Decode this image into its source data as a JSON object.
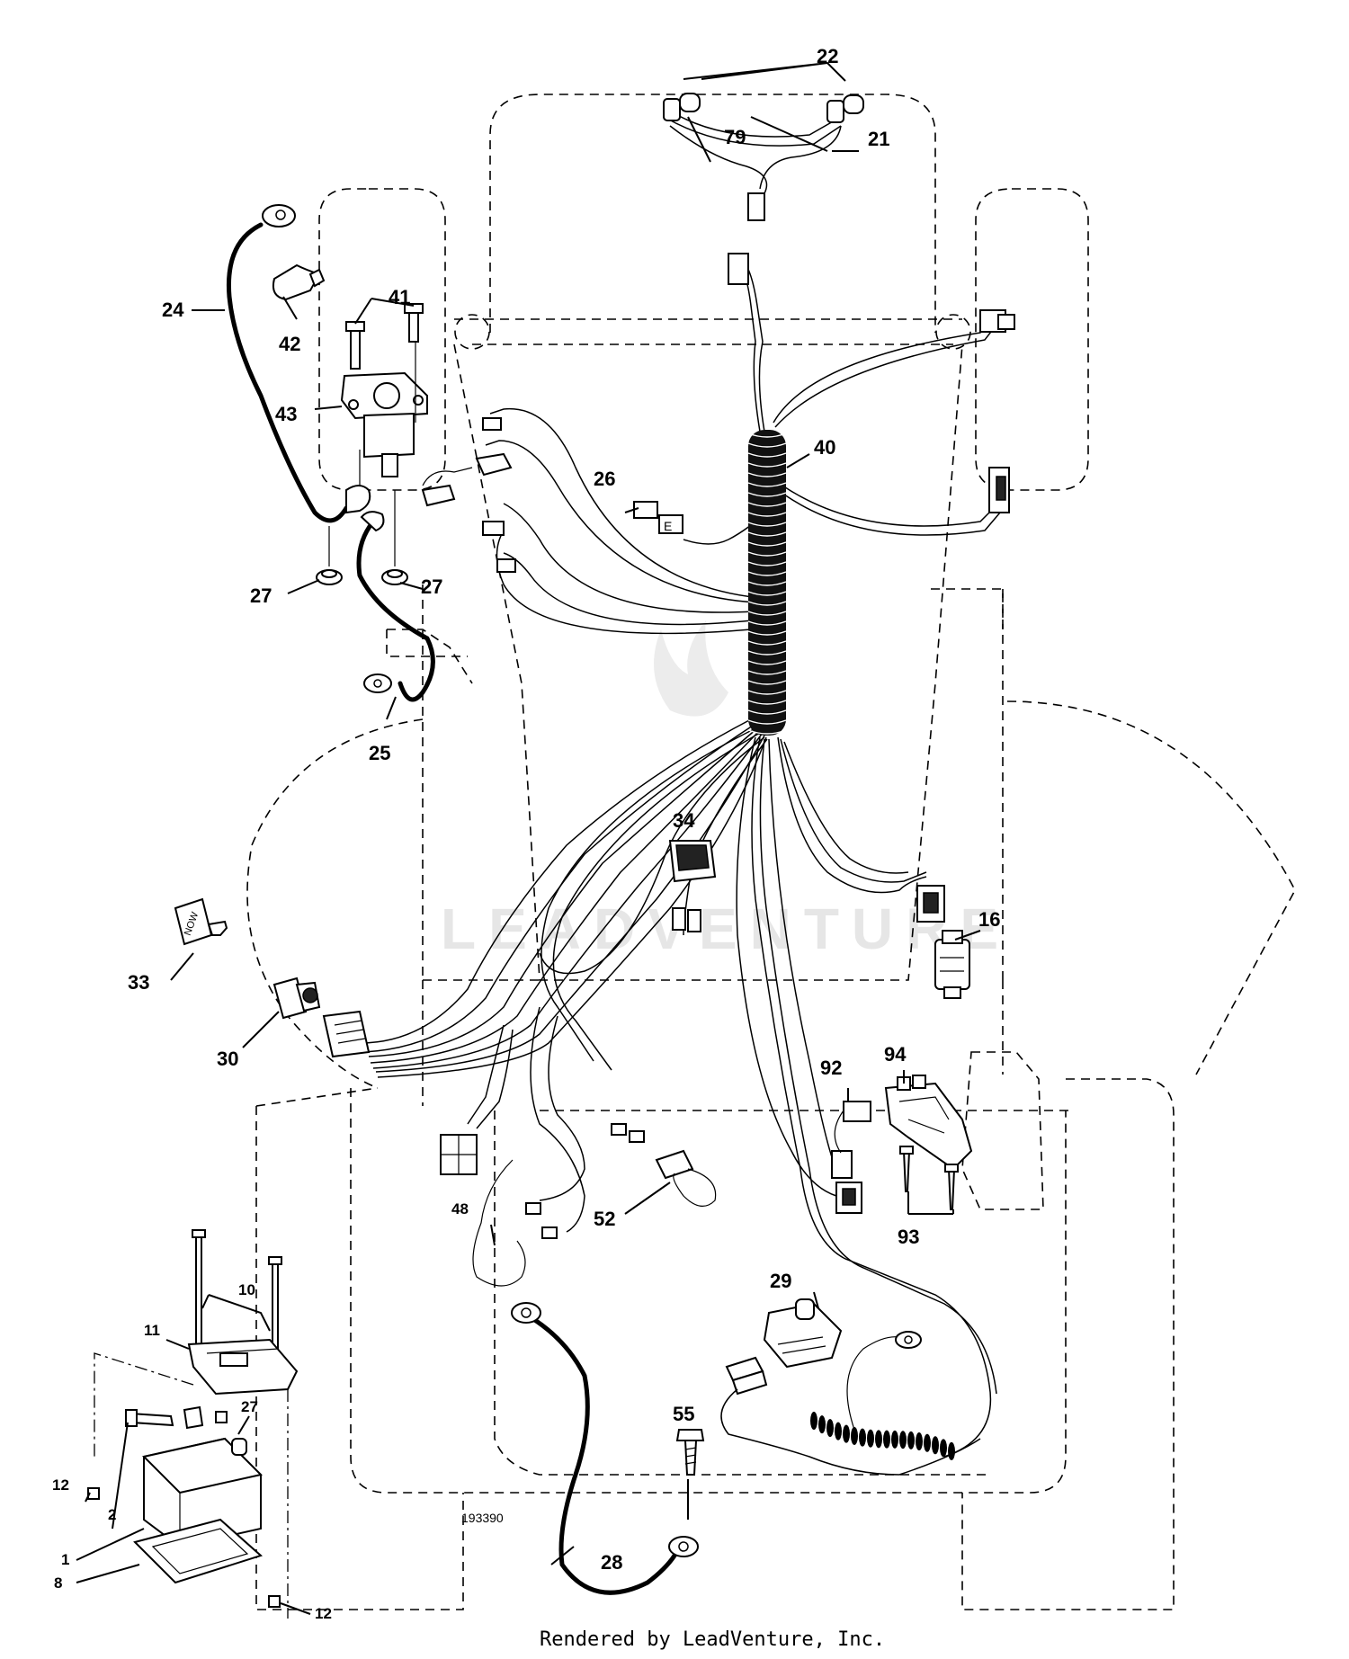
{
  "diagram": {
    "drawing_number": "193390",
    "footer": "Rendered by LeadVenture, Inc.",
    "watermark": "LEADVENTURE",
    "callouts": [
      {
        "label": "22"
      },
      {
        "label": "79"
      },
      {
        "label": "21"
      },
      {
        "label": "24"
      },
      {
        "label": "41"
      },
      {
        "label": "42"
      },
      {
        "label": "43"
      },
      {
        "label": "40"
      },
      {
        "label": "26"
      },
      {
        "label": "27"
      },
      {
        "label": "27"
      },
      {
        "label": "25"
      },
      {
        "label": "34"
      },
      {
        "label": "16"
      },
      {
        "label": "33"
      },
      {
        "label": "30"
      },
      {
        "label": "94"
      },
      {
        "label": "92"
      },
      {
        "label": "93"
      },
      {
        "label": "48"
      },
      {
        "label": "52"
      },
      {
        "label": "29"
      },
      {
        "label": "55"
      },
      {
        "label": "28"
      },
      {
        "label": "10"
      },
      {
        "label": "11"
      },
      {
        "label": "27"
      },
      {
        "label": "12"
      },
      {
        "label": "2"
      },
      {
        "label": "1"
      },
      {
        "label": "8"
      },
      {
        "label": "12"
      }
    ]
  }
}
